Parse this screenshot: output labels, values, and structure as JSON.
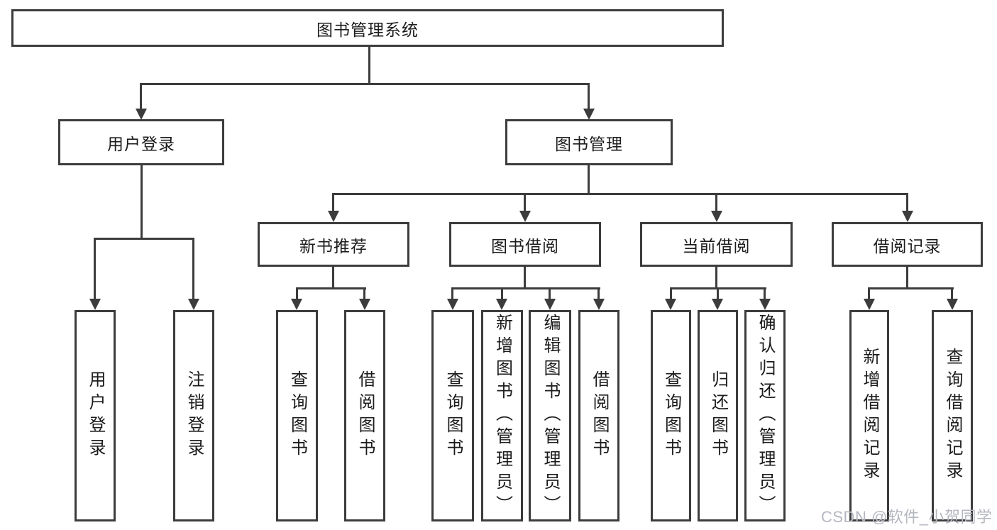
{
  "diagram": {
    "root": {
      "label": "图书管理系统"
    },
    "level2": [
      {
        "label": "用户登录"
      },
      {
        "label": "图书管理"
      }
    ],
    "level3": [
      {
        "label": "新书推荐"
      },
      {
        "label": "图书借阅"
      },
      {
        "label": "当前借阅"
      },
      {
        "label": "借阅记录"
      }
    ],
    "leaves": [
      {
        "label": "用户登录"
      },
      {
        "label": "注销登录"
      },
      {
        "label": "查询图书"
      },
      {
        "label": "借阅图书"
      },
      {
        "label": "查询图书"
      },
      {
        "label": "新增图书（管理员）"
      },
      {
        "label": "编辑图书（管理员）"
      },
      {
        "label": "借阅图书"
      },
      {
        "label": "查询图书"
      },
      {
        "label": "归还图书"
      },
      {
        "label": "确认归还（管理员）"
      },
      {
        "label": "新增借阅记录"
      },
      {
        "label": "查询借阅记录"
      }
    ]
  },
  "watermark": "CSDN @软件_小贺同学",
  "colors": {
    "line": "#3c3c3c",
    "border": "#3c3c3c",
    "text": "#1c1c1c",
    "watermark": "#b4b7bf",
    "background": "#ffffff"
  }
}
